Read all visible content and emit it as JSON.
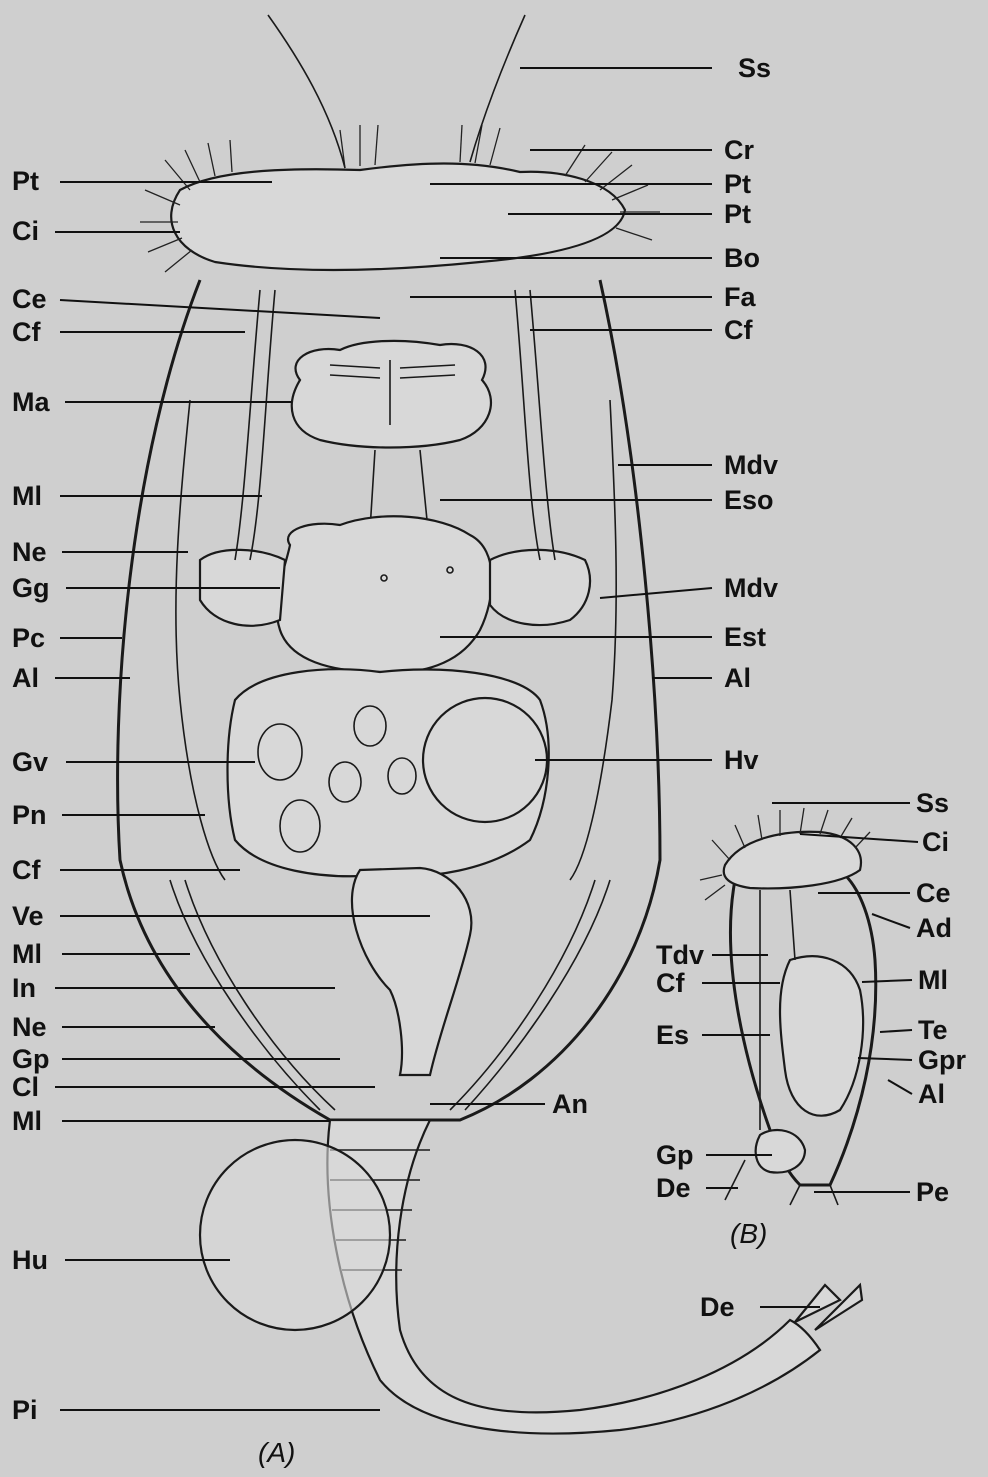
{
  "figure": {
    "panel_a_caption": "(A)",
    "panel_b_caption": "(B)",
    "labels_a_left": [
      "Pt",
      "Ci",
      "Ce",
      "Cf",
      "Ma",
      "Ml",
      "Ne",
      "Gg",
      "Pc",
      "Al",
      "Gv",
      "Pn",
      "Cf",
      "Ve",
      "Ml",
      "In",
      "Ne",
      "Gp",
      "Cl",
      "Ml",
      "Hu",
      "Pi"
    ],
    "labels_a_right": [
      "Ss",
      "Cr",
      "Pt",
      "Pt",
      "Bo",
      "Fa",
      "Cf",
      "Mdv",
      "Eso",
      "Mdv",
      "Est",
      "Al",
      "Hv",
      "An",
      "De"
    ],
    "labels_b_left": [
      "Tdv",
      "Cf",
      "Es",
      "Gp",
      "De"
    ],
    "labels_b_right": [
      "Ss",
      "Ci",
      "Ce",
      "Ad",
      "Ml",
      "Te",
      "Gpr",
      "Al",
      "Pe"
    ]
  }
}
